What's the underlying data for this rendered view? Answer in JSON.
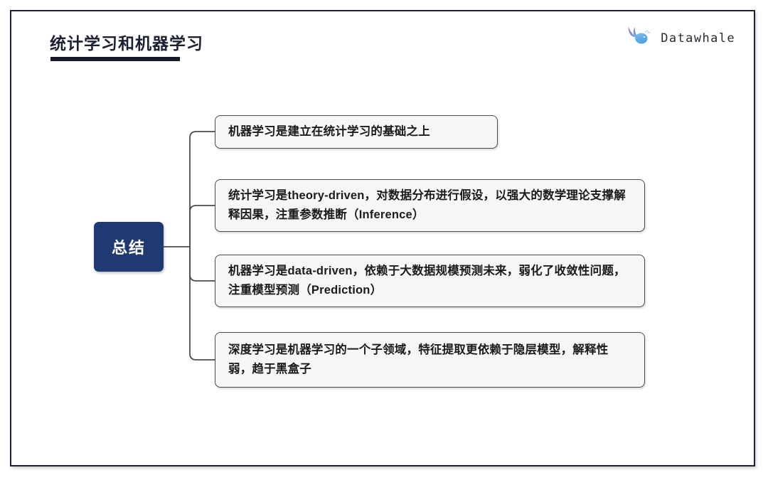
{
  "slide": {
    "title": "统计学习和机器学习",
    "brand": {
      "name": "Datawhale",
      "icon": "whale-icon",
      "tail_color": "#8b5fbf",
      "body_color": "#5fa8e8"
    },
    "frame_color": "#1d2033",
    "underline_color": "#161a2b"
  },
  "diagram": {
    "type": "mindmap",
    "root": {
      "label": "总结",
      "fill": "#1f3a71",
      "text_color": "#ffffff"
    },
    "branch_style": {
      "line_color": "#4c4c4c",
      "line_width": 1.6,
      "corner_radius": 9
    },
    "leaves": [
      {
        "id": "leaf-0",
        "text": "机器学习是建立在统计学习的基础之上",
        "fill": "#f6f6f6",
        "border": "#4c4c4c"
      },
      {
        "id": "leaf-1",
        "text": "统计学习是theory-driven，对数据分布进行假设，以强大的数学理论支撑解释因果，注重参数推断（Inference）",
        "fill": "#f6f6f6",
        "border": "#4c4c4c"
      },
      {
        "id": "leaf-2",
        "text": "机器学习是data-driven，依赖于大数据规模预测未来，弱化了收敛性问题，注重模型预测（Prediction）",
        "fill": "#f6f6f6",
        "border": "#4c4c4c"
      },
      {
        "id": "leaf-3",
        "text": "深度学习是机器学习的一个子领域，特征提取更依赖于隐层模型，解释性弱，趋于黑盒子",
        "fill": "#f6f6f6",
        "border": "#4c4c4c"
      }
    ]
  }
}
